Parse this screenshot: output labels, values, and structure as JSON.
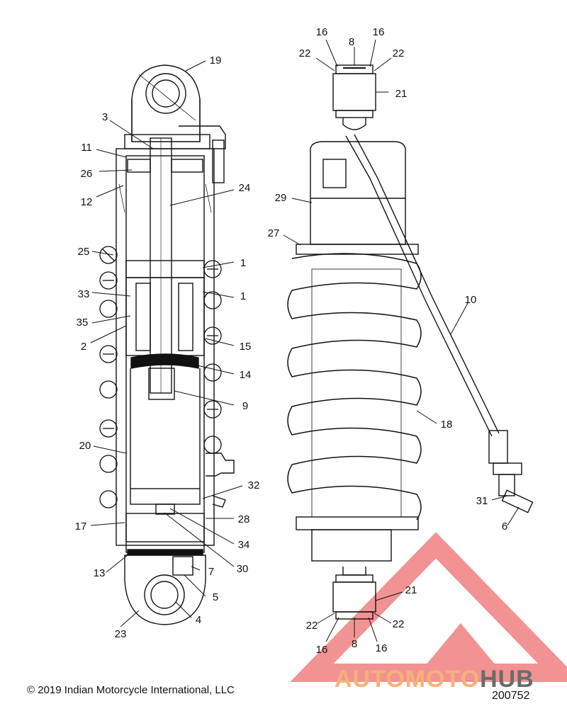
{
  "copyright": "© 2019 Indian Motorcycle International, LLC",
  "drawing_number": "200752",
  "watermark": {
    "part1": "AUTOMOTO",
    "part2": "HUB",
    "color_red": "#f08080",
    "color_orange": "#f4b27a",
    "color_gray": "#6b6b6b"
  },
  "callouts": {
    "c19": "19",
    "c3": "3",
    "c11": "11",
    "c26": "26",
    "c12": "12",
    "c24": "24",
    "c25": "25",
    "c1a": "1",
    "c1b": "1",
    "c33": "33",
    "c35": "35",
    "c2": "2",
    "c15": "15",
    "c14": "14",
    "c9": "9",
    "c20": "20",
    "c32": "32",
    "c17": "17",
    "c28": "28",
    "c34": "34",
    "c13": "13",
    "c7": "7",
    "c30": "30",
    "c5": "5",
    "c4": "4",
    "c23": "23",
    "r16a": "16",
    "r8a": "8",
    "r16b": "16",
    "r22a": "22",
    "r22b": "22",
    "r21a": "21",
    "r29": "29",
    "r27": "27",
    "r10": "10",
    "r18": "18",
    "r31": "31",
    "r6": "6",
    "r21b": "21",
    "r22c": "22",
    "r22d": "22",
    "r16c": "16",
    "r8b": "8",
    "r16d": "16"
  }
}
